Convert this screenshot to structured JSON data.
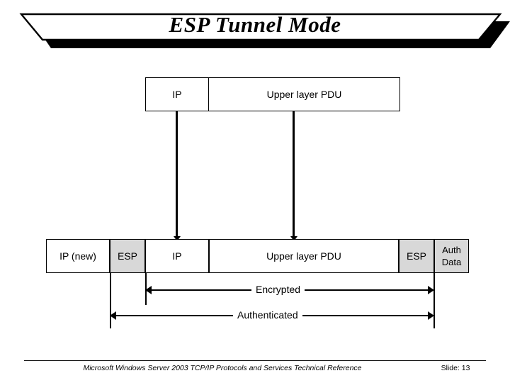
{
  "slide": {
    "title": "ESP Tunnel Mode"
  },
  "diagram": {
    "original_packet": {
      "boxes": [
        {
          "label": "IP",
          "shaded": false
        },
        {
          "label": "Upper layer PDU",
          "shaded": false
        }
      ]
    },
    "tunnel_packet": {
      "boxes": [
        {
          "label": "IP (new)",
          "shaded": false
        },
        {
          "label": "ESP",
          "shaded": true
        },
        {
          "label": "IP",
          "shaded": false
        },
        {
          "label": "Upper layer PDU",
          "shaded": false
        },
        {
          "label": "ESP",
          "shaded": true
        },
        {
          "label": "Auth Data",
          "shaded": true
        }
      ]
    },
    "spans": [
      {
        "label": "Encrypted"
      },
      {
        "label": "Authenticated"
      }
    ]
  },
  "footer": {
    "reference": "Microsoft Windows Server 2003 TCP/IP Protocols and Services Technical Reference",
    "slide_number": "Slide: 13"
  },
  "colors": {
    "shaded_box": "#d8d8d8",
    "stroke": "#000000",
    "background": "#ffffff"
  }
}
